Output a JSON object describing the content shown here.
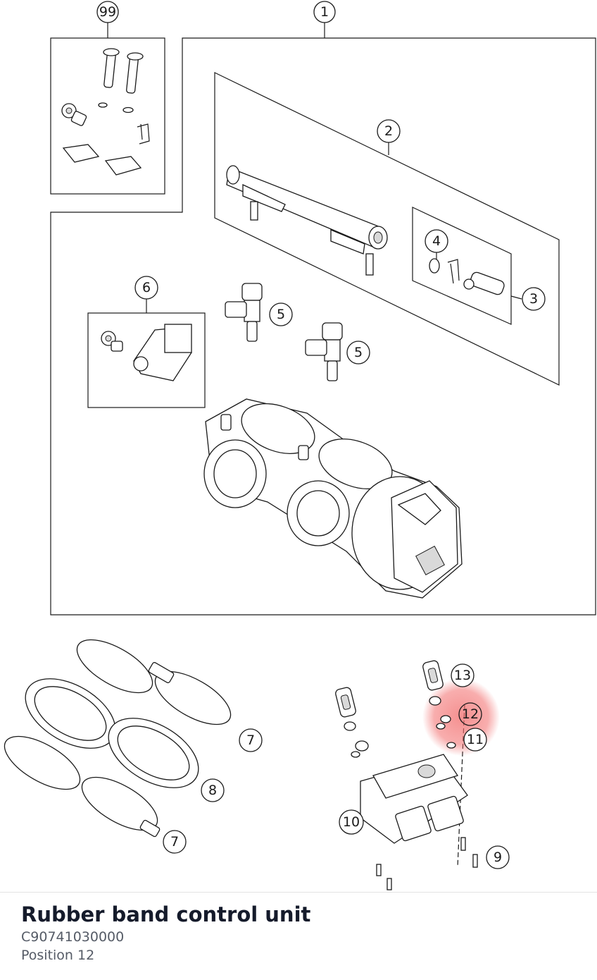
{
  "callouts": {
    "c99": "99",
    "c1": "1",
    "c2": "2",
    "c3": "3",
    "c4": "4",
    "c5a": "5",
    "c5b": "5",
    "c6": "6",
    "c7a": "7",
    "c7b": "7",
    "c8": "8",
    "c9": "9",
    "c10": "10",
    "c11": "11",
    "c12": "12",
    "c13": "13"
  },
  "highlight": {
    "position": "12",
    "color": "#f26b6b"
  },
  "part": {
    "name": "Rubber band control unit",
    "number": "C90741030000",
    "position_label": "Position 12"
  }
}
